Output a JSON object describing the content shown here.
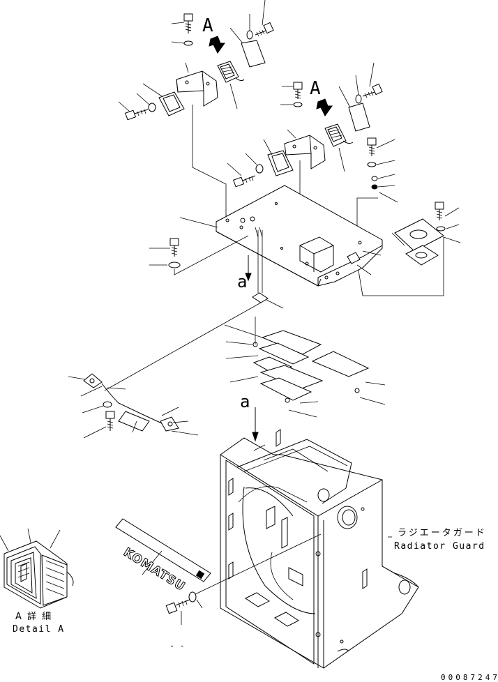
{
  "callouts": {
    "view_a_top_left": "A",
    "view_a_top_right": "A",
    "section_a_upper": "a",
    "section_a_lower": "a"
  },
  "detail": {
    "label_jp": "A 詳 細",
    "label_en": "Detail A"
  },
  "part": {
    "name_jp": "ラジエータガード",
    "name_en": "Radiator Guard",
    "nameplate_text": "KOMATSU"
  },
  "footer": {
    "dash_marks": "- -",
    "drawing_number": "00087247"
  }
}
